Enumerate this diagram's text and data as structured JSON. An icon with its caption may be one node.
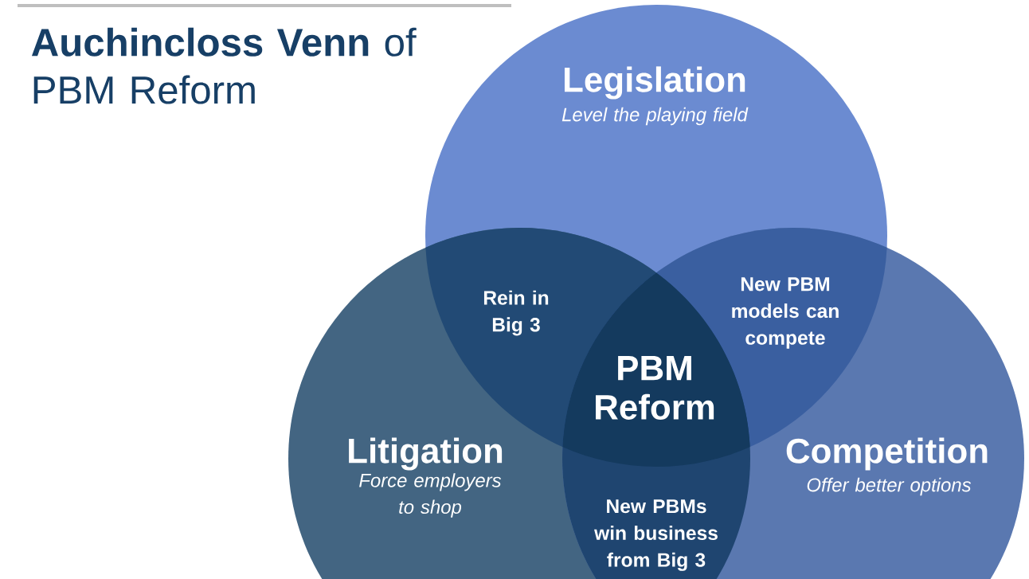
{
  "diagram": {
    "title": "**Auchincloss Venn** of PBM Reform",
    "nodes": [
      {
        "text": [
          "Legislation",
          "Level the playing field"
        ]
      },
      {
        "text": [
          "Litigation",
          "Force employers to shop"
        ]
      },
      {
        "text": [
          "Competition",
          "Offer better options"
        ]
      }
    ],
    "labels": [
      "Rein in Big 3",
      "New PBM models can compete",
      "PBM Reform",
      "New PBMs win business from Big 3"
    ]
  }
}
